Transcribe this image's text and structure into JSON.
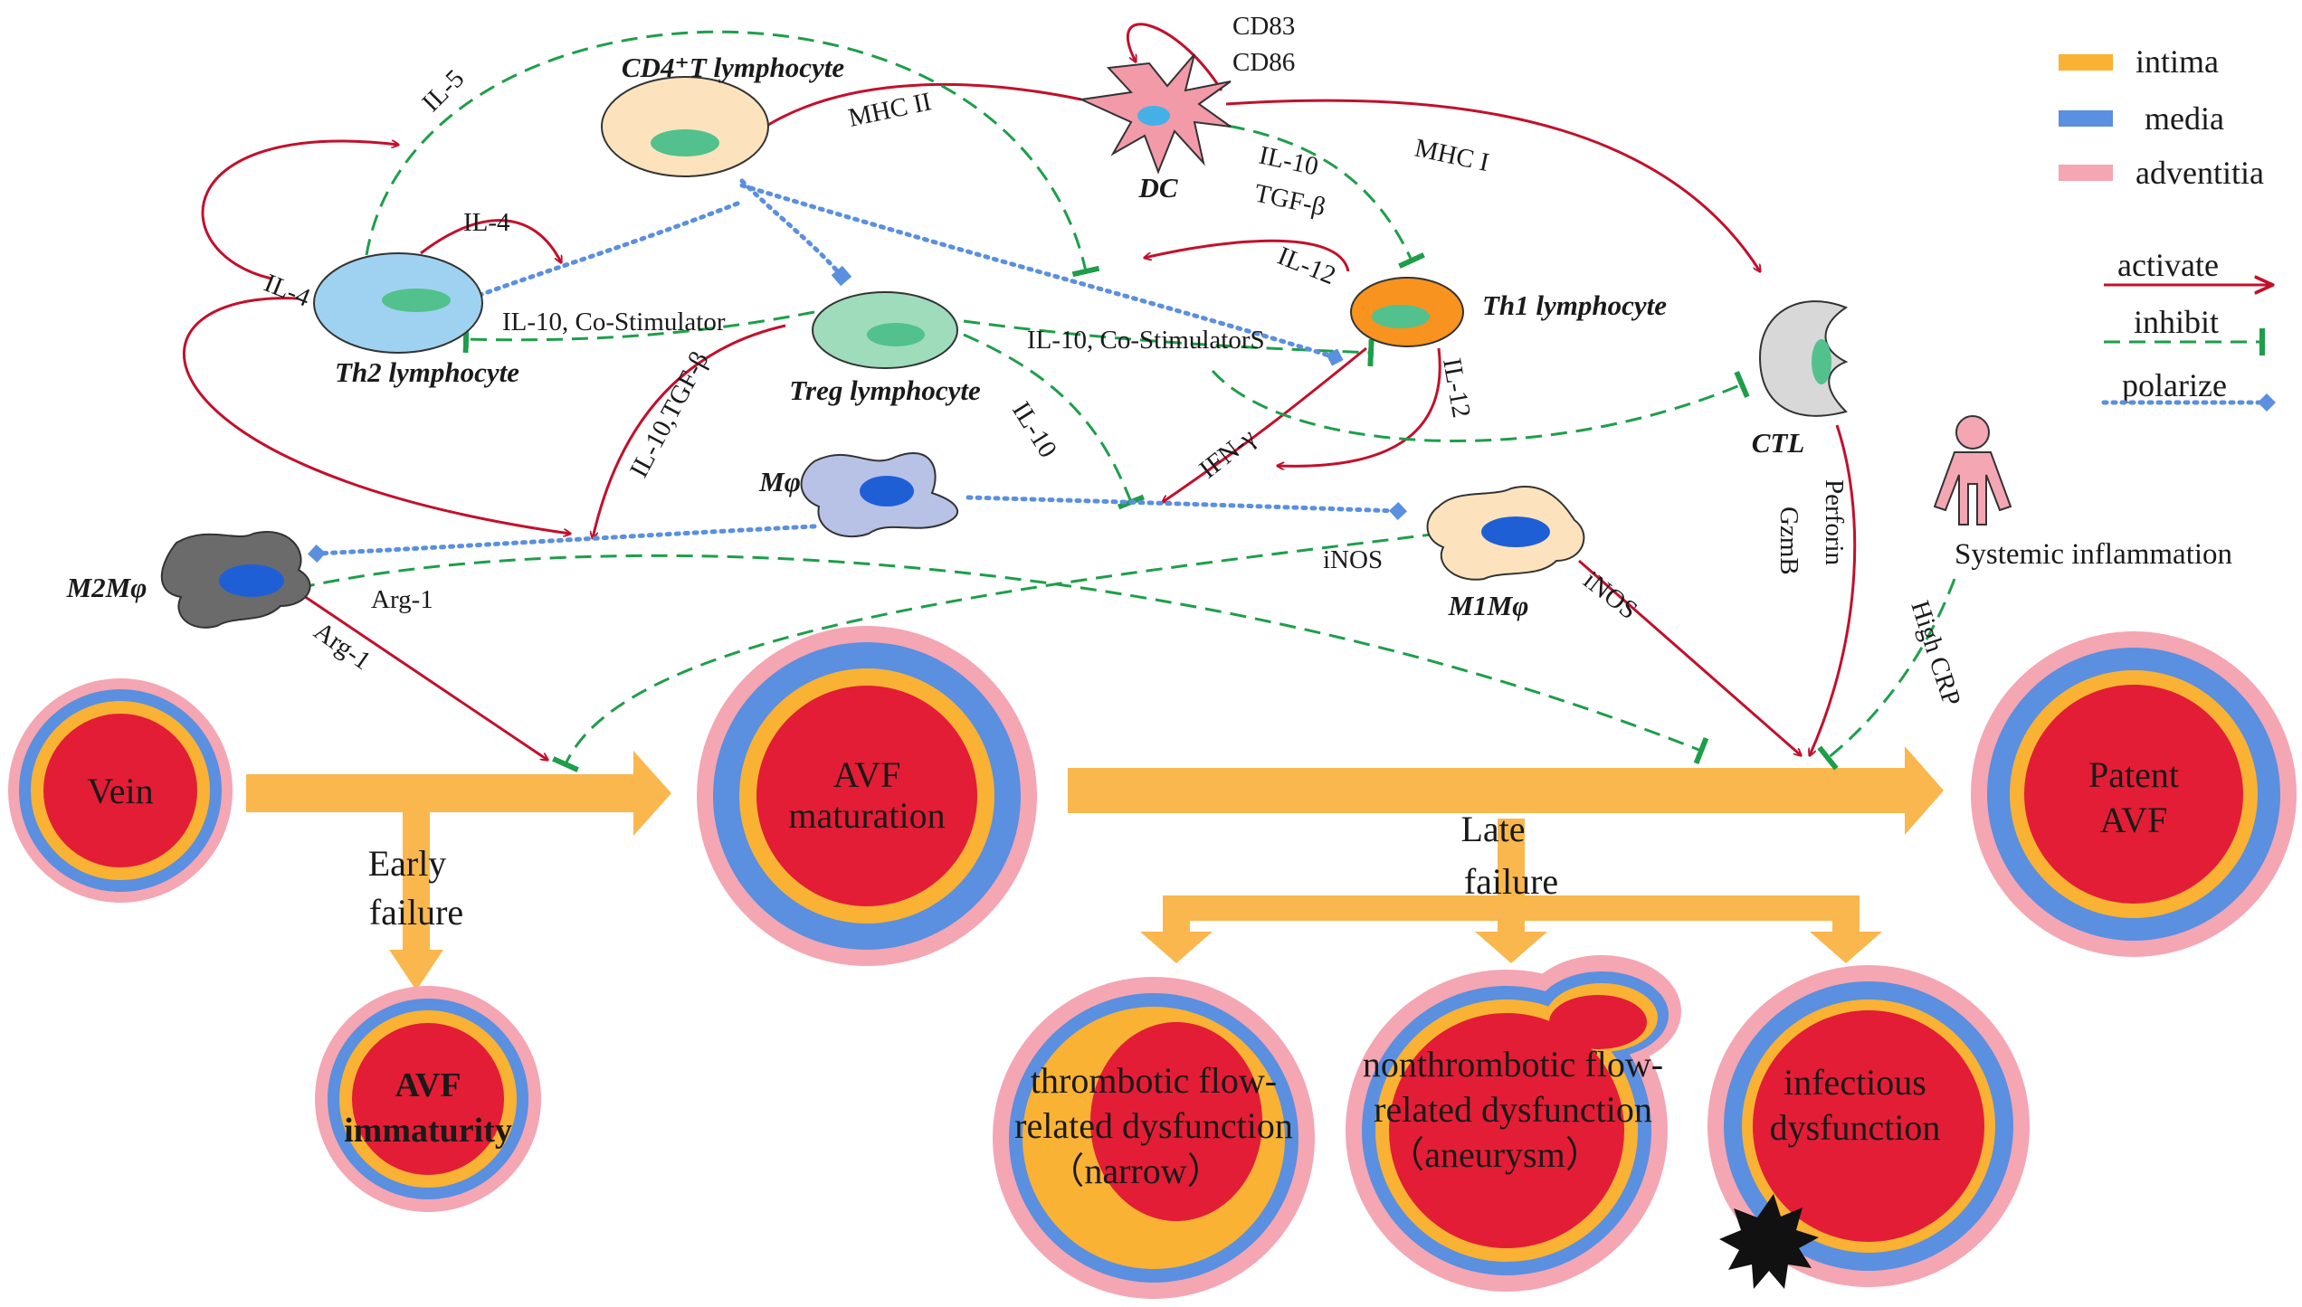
{
  "cells": {
    "cd4": "CD4⁺T lymphocyte",
    "dc": "DC",
    "th2": "Th2 lymphocyte",
    "treg": "Treg lymphocyte",
    "th1": "Th1 lymphocyte",
    "ctl": "CTL",
    "mphi": "Mφ",
    "m2": "M2Mφ",
    "m1": "M1Mφ"
  },
  "edge_labels": {
    "cd83": "CD83",
    "cd86": "CD86",
    "il5": "IL-5",
    "mhc2": "MHC II",
    "mhc1": "MHC I",
    "il4_a": "IL-4",
    "il4_b": "IL-4",
    "il10_tgf_dc": "IL-10",
    "tgf_dc": "TGF-β",
    "il12_a": "IL-12",
    "il12_b": "IL-12",
    "il10_costim": "IL-10, Co-Stimulator",
    "il10_costims": "IL-10, Co-StimulatorS",
    "il10_tgf_treg": "IL-10,TGF-β",
    "il10_treg": "IL-10",
    "ifng": "IFN-γ",
    "inos_a": "iNOS",
    "inos_b": "iNOS",
    "arg1_a": "Arg-1",
    "arg1_b": "Arg-1",
    "perforin": "Perforin",
    "gzmb": "GzmB",
    "high_crp": "High CRP",
    "systemic": "Systemic inflammation"
  },
  "stages": {
    "vein": "Vein",
    "avf_mat_1": "AVF",
    "avf_mat_2": "maturation",
    "patent_1": "Patent",
    "patent_2": "AVF",
    "early_1": "Early",
    "early_2": "failure",
    "late_1": "Late",
    "late_2": "failure",
    "immat_1": "AVF",
    "immat_2": "immaturity",
    "thromb_1": "thrombotic flow-",
    "thromb_2": "related dysfunction",
    "thromb_3": "（narrow）",
    "nonthromb_1": "nonthrombotic flow-",
    "nonthromb_2": "related dysfunction",
    "nonthromb_3": "（aneurysm）",
    "infect_1": "infectious",
    "infect_2": "dysfunction"
  },
  "legend": {
    "intima": "intima",
    "media": "media",
    "adventitia": "adventitia",
    "activate": "activate",
    "inhibit": "inhibit",
    "polarize": "polarize"
  },
  "colors": {
    "intima": "#f9b233",
    "media": "#5b8fdf",
    "adventitia": "#f4a6b3",
    "lumen": "#e31d35",
    "activate": "#c2102c",
    "inhibit": "#1e9e4a",
    "polarize": "#5b8fdf",
    "arrow": "#f9b74d"
  }
}
